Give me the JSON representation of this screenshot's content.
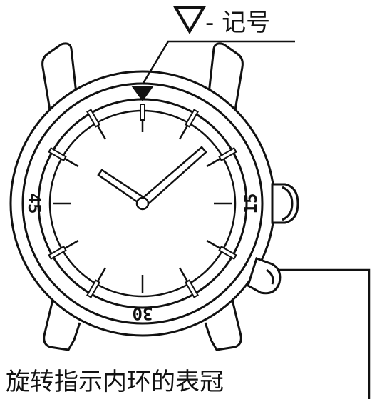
{
  "labels": {
    "marker_symbol": "▽",
    "marker_text": "- 记号",
    "crown_text": "旋转指示内环的表冠"
  },
  "bezel_numerals": {
    "left": "45",
    "right": "15",
    "bottom": "30"
  },
  "colors": {
    "line": "#111111",
    "background": "#ffffff",
    "marker_fill": "#111111"
  },
  "icons": {
    "marker": "down-triangle-outline-icon",
    "bezel_marker": "down-triangle-filled-icon"
  }
}
